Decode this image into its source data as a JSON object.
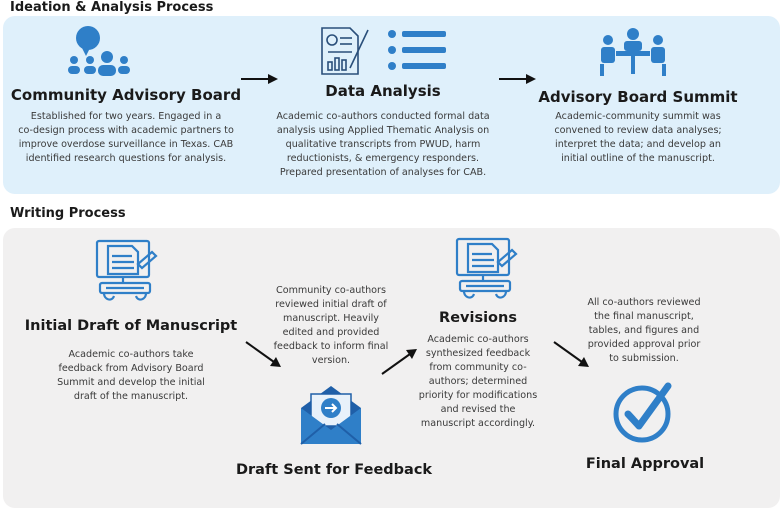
{
  "sections": {
    "ideation": "Ideation & Analysis Process",
    "writing": "Writing Process"
  },
  "ideation_nodes": {
    "cab": {
      "title": "Community Advisory Board",
      "lines": [
        "Established for two years. Engaged in a",
        "co-design process with academic partners to",
        "improve overdose surveillance in Texas. CAB",
        "identified research questions for analysis."
      ]
    },
    "analysis": {
      "title": "Data Analysis",
      "lines": [
        "Academic co-authors conducted formal data",
        "analysis using Applied Thematic Analysis on",
        "qualitative transcripts from PWUD, harm",
        "reductionists, & emergency responders.",
        "Prepared presentation of analyses for CAB."
      ]
    },
    "summit": {
      "title": "Advisory Board Summit",
      "lines": [
        "Academic-community summit was",
        "convened to review data analyses;",
        "interpret the data; and develop an",
        "initial outline of the manuscript."
      ]
    }
  },
  "writing_nodes": {
    "draft": {
      "title": "Initial Draft of Manuscript",
      "lines": [
        "Academic co-authors take",
        "feedback from Advisory Board",
        "Summit and develop the initial",
        "draft of the manuscript."
      ]
    },
    "feedback": {
      "title": "Draft Sent for Feedback",
      "lines": [
        "Community co-authors",
        "reviewed initial draft of",
        "manuscript. Heavily",
        "edited and provided",
        "feedback to inform final",
        "version."
      ]
    },
    "revisions": {
      "title": "Revisions",
      "lines": [
        "Academic co-authors",
        "synthesized feedback",
        "from community co-",
        "authors; determined",
        "priority for modifications",
        "and revised the",
        "manuscript accordingly."
      ]
    },
    "approval": {
      "title": "Final Approval",
      "lines": [
        "All co-authors reviewed",
        "the final manuscript,",
        "tables, and figures and",
        "provided approval prior",
        "to submission."
      ]
    }
  },
  "icons": {
    "cab": "community-group-icon",
    "analysis": "data-list-icon",
    "summit": "meeting-table-icon",
    "draft": "computer-document-icon",
    "feedback": "envelope-icon",
    "revisions": "computer-document-icon",
    "approval": "check-circle-icon"
  },
  "colors": {
    "icon_blue": "#2f7fc8",
    "top_panel": "#dff0fb",
    "bottom_panel": "#f1f0f0"
  }
}
